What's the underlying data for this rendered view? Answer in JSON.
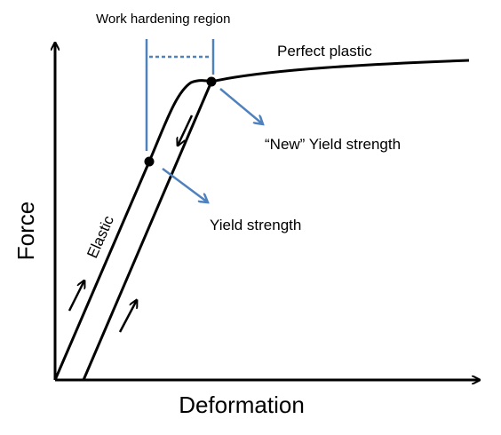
{
  "labels": {
    "x_axis": "Deformation",
    "y_axis": "Force",
    "work_hardening": "Work hardening region",
    "perfect_plastic": "Perfect plastic",
    "new_yield": "“New” Yield strength",
    "yield": "Yield strength",
    "elastic": "Elastic"
  },
  "colors": {
    "curve": "#000000",
    "annotation": "#4f81bd"
  }
}
